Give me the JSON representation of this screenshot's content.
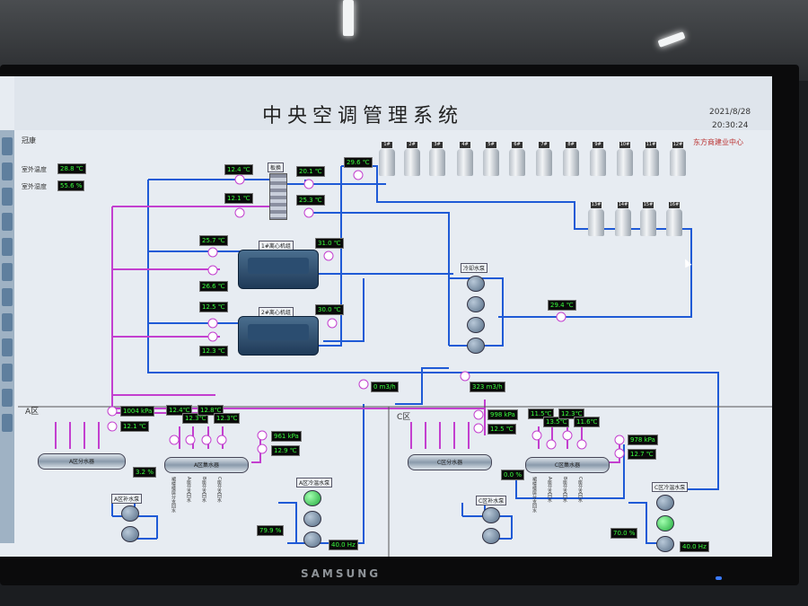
{
  "app": {
    "title": "中央空调管理系统",
    "date": "2021/8/28",
    "time": "20:30:24",
    "org": "东方商建业中心",
    "page_label": "冠康"
  },
  "outdoor": {
    "temp_label": "室外温度",
    "temp_value": "28.8 ℃",
    "hum_label": "室外湿度",
    "hum_value": "55.6 %"
  },
  "towers": {
    "row1": [
      "1#",
      "2#",
      "3#",
      "4#",
      "5#",
      "6#",
      "7#",
      "8#",
      "9#",
      "10#",
      "11#",
      "12#"
    ],
    "row2": [
      "13#",
      "14#",
      "15#",
      "16#"
    ],
    "supply_temp": "29.6 ℃"
  },
  "exchanger": {
    "label": "板换",
    "left_top": "12.4 ℃",
    "left_bottom": "12.1 ℃",
    "right_top": "20.1 ℃",
    "right_bottom": "25.3 ℃"
  },
  "chillers": [
    {
      "label": "1#离心机组",
      "chw_in": "25.7 ℃",
      "chw_out": "26.6 ℃",
      "cw_out": "31.0 ℃"
    },
    {
      "label": "2#离心机组",
      "chw_in": "12.5 ℃",
      "chw_out": "12.3 ℃",
      "cw_out": "30.0 ℃"
    }
  ],
  "cooling_pumps": {
    "label": "冷却水泵",
    "return_temp": "29.4 ℃"
  },
  "flows": {
    "flow_a": "0 m3/h",
    "flow_b": "323 m3/h"
  },
  "zone_a": {
    "label": "A区",
    "supply_pressure": "1004 kPa",
    "supply_temp": "12.1 ℃",
    "return_pressure": "961 kPa",
    "return_temp": "12.9 ℃",
    "branch_temps": [
      "12.4℃",
      "12.3℃",
      "12.8℃",
      "12.3℃"
    ],
    "valve_open": "3.2 %",
    "pump_speed": "79.9 %",
    "freq": "40.0 Hz",
    "header_supply": "A区分水器",
    "header_return": "A区集水器",
    "makeup_pump": "A区补水泵",
    "chw_pump": "A区冷温水泵",
    "branch_names": [
      "裙楼楼层分支回水",
      "A座分支回水",
      "B座分支回水",
      "C座分支回水"
    ]
  },
  "zone_c": {
    "label": "C区",
    "supply_pressure": "998 kPa",
    "supply_temp": "12.5 ℃",
    "return_pressure": "978 kPa",
    "return_temp": "12.7 ℃",
    "branch_temps": [
      "11.5℃",
      "13.5℃",
      "12.3℃",
      "11.6℃"
    ],
    "valve_open": "0.0 %",
    "pump_speed": "70.0 %",
    "freq": "40.0 Hz",
    "header_supply": "C区分水器",
    "header_return": "C区集水器",
    "makeup_pump": "C区补水泵",
    "chw_pump": "C区冷温水泵",
    "branch_names": [
      "裙楼楼层分支回水",
      "A座分支回水",
      "B座分支回水",
      "C座分支回水"
    ]
  },
  "brand": "SAMSUNG",
  "colors": {
    "supply_pipe": "#1f5ad6",
    "return_pipe": "#c33fcf",
    "value_text": "#39ff3d"
  }
}
